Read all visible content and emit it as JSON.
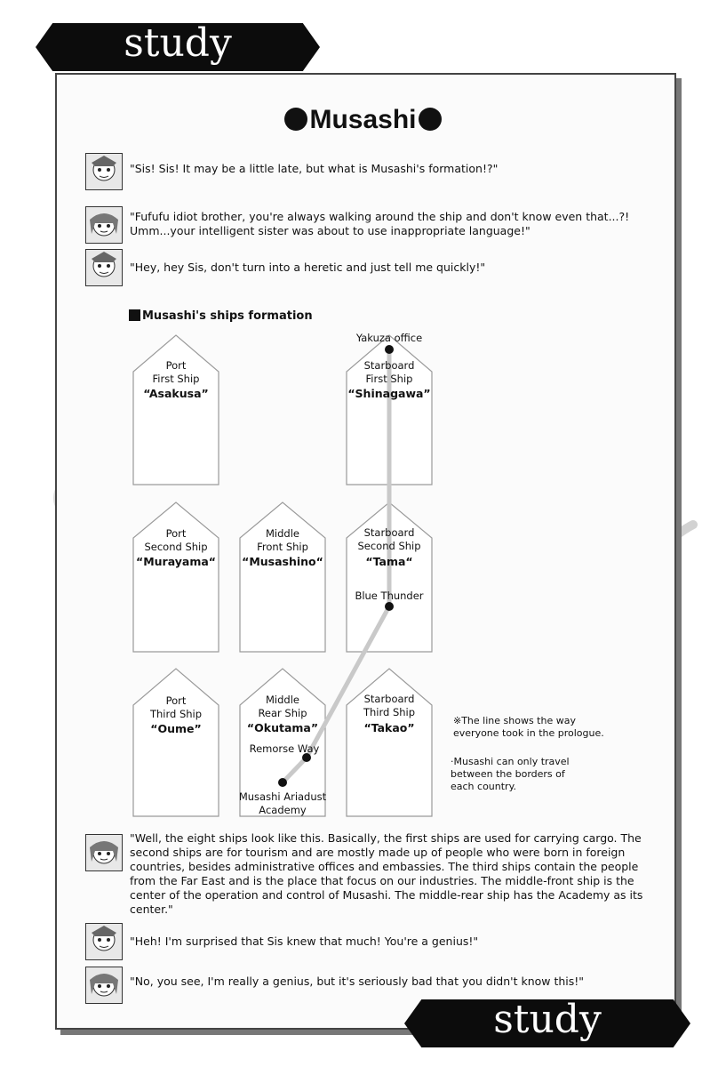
{
  "header": {
    "banner_top": "study",
    "banner_bottom": "study"
  },
  "title": "Musashi",
  "dialogue_top": [
    {
      "speaker": "brother",
      "text": "\"Sis! Sis! It may be a little late, but what is Musashi's formation!?\""
    },
    {
      "speaker": "sister",
      "text": "\"Fufufu idiot brother, you're always walking around the ship and don't know even that...?! Umm...your intelligent sister was about to use inappropriate language!\""
    },
    {
      "speaker": "brother",
      "text": "\"Hey, hey Sis, don't turn into a heretic and just tell me quickly!\""
    }
  ],
  "section_title": "Musashi's ships formation",
  "ships": {
    "r1c1": {
      "l1": "Port",
      "l2": "First Ship",
      "name": "“Asakusa”"
    },
    "r1c3": {
      "l1": "Starboard",
      "l2": "First Ship",
      "name": "“Shinagawa”"
    },
    "r2c1": {
      "l1": "Port",
      "l2": "Second Ship",
      "name": "“Murayama“"
    },
    "r2c2": {
      "l1": "Middle",
      "l2": "Front Ship",
      "name": "“Musashino“"
    },
    "r2c3": {
      "l1": "Starboard",
      "l2": "Second Ship",
      "name": "“Tama“"
    },
    "r3c1": {
      "l1": "Port",
      "l2": "Third Ship",
      "name": "“Oume”"
    },
    "r3c2": {
      "l1": "Middle",
      "l2": "Rear Ship",
      "name": "“Okutama”"
    },
    "r3c3": {
      "l1": "Starboard",
      "l2": "Third Ship",
      "name": "“Takao”"
    }
  },
  "waypoints": {
    "yakuza": "Yakuza office",
    "blue_thunder": "Blue Thunder",
    "remorse": "Remorse Way",
    "academy_l1": "Musashi Ariadust",
    "academy_l2": "Academy"
  },
  "notes": {
    "n1_l1": "※The line shows the way",
    "n1_l2": "everyone took in the prologue.",
    "n2_l1": "·Musashi can only travel",
    "n2_l2": "between the borders of",
    "n2_l3": "each country."
  },
  "dialogue_bottom": [
    {
      "speaker": "sister",
      "text": "\"Well, the eight ships look like this. Basically, the first ships are used for carrying cargo. The second ships are for tourism and are mostly made up of people who were born in foreign countries, besides administrative offices and embassies. The third ships contain the people from the Far East and is the place that focus on our industries. The middle-front ship is the center of the operation and control of Musashi. The middle-rear ship has the Academy as its center.\""
    },
    {
      "speaker": "brother",
      "text": "\"Heh! I'm surprised that Sis knew that much! You're a genius!\""
    },
    {
      "speaker": "sister",
      "text": "\"No, you see, I'm really a genius, but it's seriously bad that you didn't know this!\""
    }
  ],
  "colors": {
    "ink": "#111111",
    "tree": "#d6d6d6",
    "ship_outline": "#9a9a9a"
  }
}
